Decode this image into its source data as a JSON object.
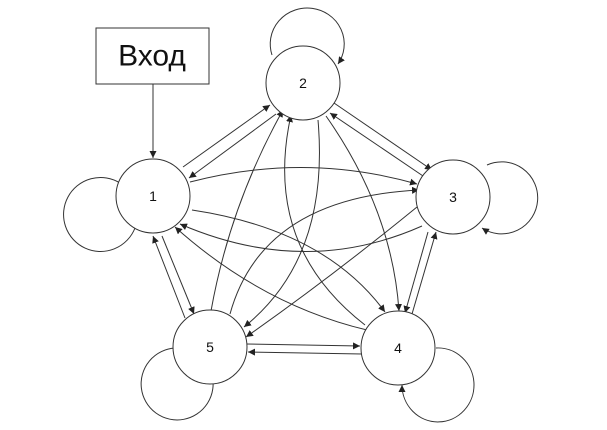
{
  "entry": {
    "label": "Вход"
  },
  "nodes": [
    {
      "id": "1",
      "label": "1"
    },
    {
      "id": "2",
      "label": "2"
    },
    {
      "id": "3",
      "label": "3"
    },
    {
      "id": "4",
      "label": "4"
    },
    {
      "id": "5",
      "label": "5"
    }
  ],
  "colors": {
    "stroke": "#333333",
    "background": "#ffffff",
    "text": "#111111"
  }
}
